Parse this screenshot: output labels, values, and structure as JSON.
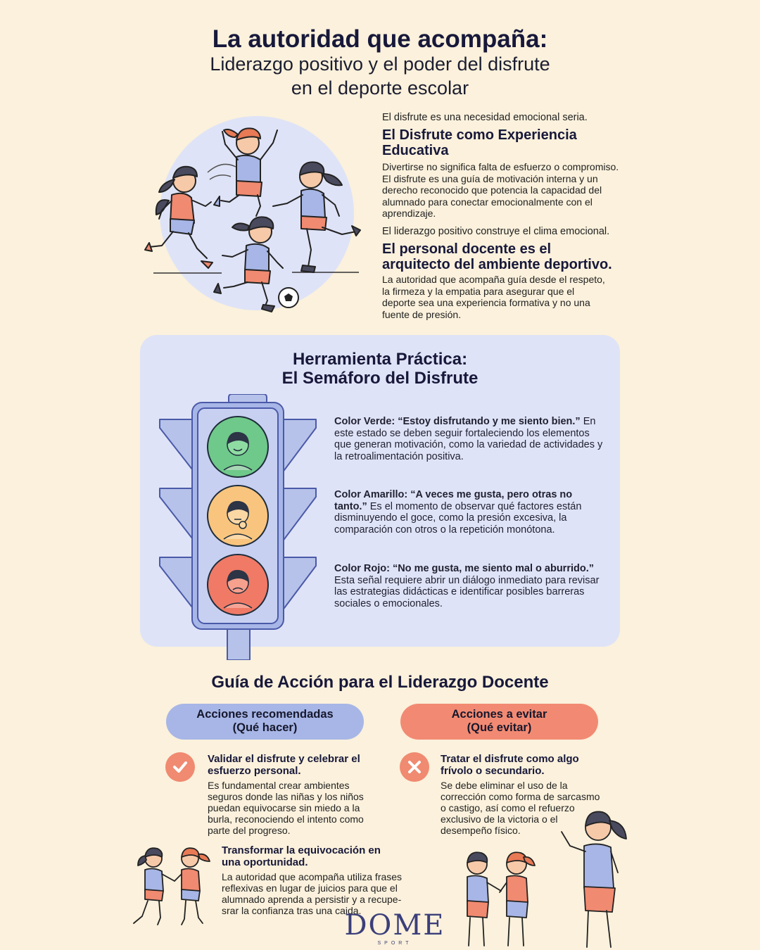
{
  "header": {
    "title": "La autoridad que acompaña:",
    "subtitle_line1": "Liderazgo positivo y el poder del disfrute",
    "subtitle_line2": "en el deporte escolar"
  },
  "intro": {
    "block1": {
      "kicker": "El disfrute es una necesidad emocional seria.",
      "heading": "El Disfrute como Experiencia Educativa",
      "text": "Divertirse no significa falta de esfuerzo o compromiso. El disfrute es una guía de motivación interna y un derecho reconocido que potencia la capacidad del alumnado para conectar emocionalmente con el aprendizaje."
    },
    "block2": {
      "kicker": "El liderazgo positivo construye el clima emocional.",
      "heading": "El personal docente es el arquitecto del ambiente deportivo.",
      "text": "La autoridad que acompaña guía desde el respeto, la firmeza y la empatia para asegurar que el deporte sea una experiencia formativa y no una fuente de presión."
    }
  },
  "tool": {
    "title_line1": "Herramienta Práctica:",
    "title_line2": "El Semáforo del Disfrute",
    "signals": [
      {
        "label": "Color Verde: “Estoy disfrutando y me siento bien.”",
        "text": " En este estado se deben seguir fortaleciendo los elementos que generan motivación, como la variedad de actividades y la retroalimentación positiva."
      },
      {
        "label": "Color Amarillo: “A veces me gusta, pero otras no tanto.”",
        "text": " Es el momento de observar qué factores están disminuyendo el goce, como la presión excesiva, la comparación con otros o la repetición monótona."
      },
      {
        "label": "Color Rojo: “No me gusta, me siento mal o aburrido.”",
        "text": " Esta señal requiere abrir un diálogo inmediato para revisar las estrategias didácticas e identificar posibles barreras sociales o emocionales."
      }
    ]
  },
  "guide": {
    "title": "Guía de Acción para el Liderazgo Docente",
    "recommended": {
      "pill_line1": "Acciones recomendadas",
      "pill_line2": "(Qué hacer)",
      "items": [
        {
          "heading": "Validar el disfrute y celebrar el esfuerzo personal.",
          "text": "Es fundamental crear ambientes seguros donde las niñas y los niños puedan equivocarse sin miedo a la burla, reconociendo el intento como parte del progreso."
        },
        {
          "heading": "Transformar la equivocación en una oportunidad.",
          "text": "La autoridad que acompaña utiliza frases reflexivas en lugar de juicios para que el alumnado aprenda a persistir y a recupe-srar la confianza tras una caida."
        }
      ]
    },
    "avoid": {
      "pill_line1": "Acciones a evitar",
      "pill_line2": "(Qué evitar)",
      "items": [
        {
          "heading": "Tratar el disfrute como algo frívolo o secundario.",
          "text": "Se debe eliminar el uso de la corrección como forma de sarcasmo o castigo, así como el refuerzo exclusivo de la victoria o el desempeño físico."
        }
      ]
    }
  },
  "brand": {
    "logo_text": "DOME",
    "logo_sub": "SPORT"
  },
  "colors": {
    "green_light": "#6fc98a",
    "yellow_light": "#f9c57e",
    "red_light": "#f07a66",
    "panel": "#dfe3f7",
    "accent_do": "#a7b6e6",
    "accent_avoid": "#f28a73"
  }
}
